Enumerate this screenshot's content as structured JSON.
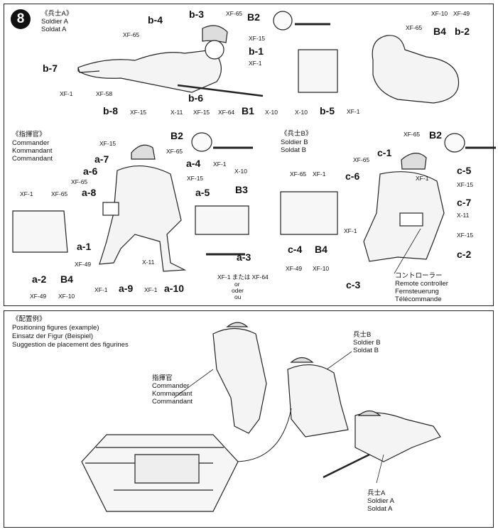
{
  "step": {
    "number": "8"
  },
  "soldier_a": {
    "jp": "《兵士A》",
    "en": "Soldier A",
    "de": "Soldat A"
  },
  "commander": {
    "jp": "《指揮官》",
    "en": "Commander",
    "de": "Kommandant",
    "fr": "Commandant"
  },
  "soldier_b": {
    "jp": "《兵士B》",
    "en": "Soldier B",
    "de": "Soldat B"
  },
  "parts_a": [
    "b-4",
    "b-3",
    "B2",
    "b-1",
    "b-7",
    "b-8",
    "b-6",
    "B1",
    "b-5",
    "B4",
    "b-2"
  ],
  "paints_a": [
    "XF-65",
    "XF-65",
    "XF-15",
    "XF-1",
    "XF-1",
    "XF-58",
    "XF-15",
    "X-11",
    "XF-15",
    "XF-64",
    "X-10",
    "X-10",
    "XF-1",
    "XF-10",
    "XF-49",
    "XF-65"
  ],
  "parts_c": [
    "B2",
    "a-7",
    "a-6",
    "a-4",
    "a-8",
    "a-5",
    "B3",
    "a-1",
    "a-2",
    "B4",
    "a-9",
    "a-10",
    "a-3"
  ],
  "paints_c": [
    "XF-15",
    "XF-65",
    "XF-65",
    "XF-15",
    "XF-1",
    "X-10",
    "XF-1",
    "XF-65",
    "XF-49",
    "X-11",
    "XF-49",
    "XF-10",
    "XF-1",
    "XF-1",
    "XF-1 または XF-64"
  ],
  "a3_alt": {
    "or_en": "or",
    "or_de": "oder",
    "or_fr": "ou"
  },
  "parts_b": [
    "B2",
    "c-1",
    "c-6",
    "c-5",
    "c-7",
    "c-4",
    "B4",
    "c-2",
    "c-3"
  ],
  "paints_b": [
    "XF-65",
    "XF-65",
    "XF-65",
    "XF-1",
    "XF-15",
    "XF-1",
    "X-11",
    "XF-15",
    "XF-49",
    "XF-10",
    "XF-1"
  ],
  "remote": {
    "jp": "コントローラー",
    "en": "Remote controller",
    "de": "Fernsteuerung",
    "fr": "Télécommande"
  },
  "positioning": {
    "jp": "《配置例》",
    "en": "Positioning figures (example)",
    "de": "Einsatz der Figur (Beispiel)",
    "fr": "Suggestion de placement des figurines"
  },
  "pos_commander": {
    "jp": "指揮官",
    "en": "Commander",
    "de": "Kommandant",
    "fr": "Commandant"
  },
  "pos_soldier_b": {
    "jp": "兵士B",
    "en": "Soldier B",
    "de": "Soldat B"
  },
  "pos_soldier_a": {
    "jp": "兵士A",
    "en": "Soldier A",
    "de": "Soldat A"
  }
}
